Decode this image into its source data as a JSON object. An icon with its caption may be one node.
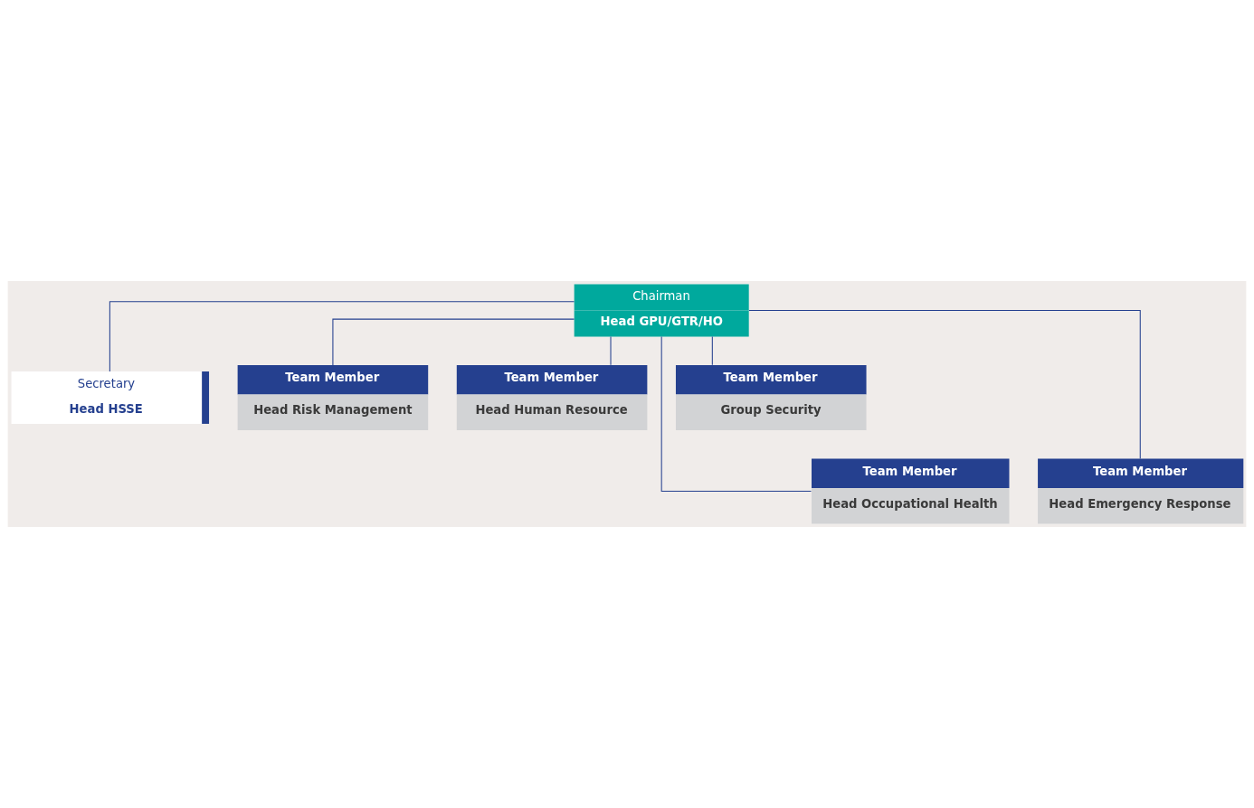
{
  "diagram": {
    "nodes": [
      {
        "text": [
          "Chairman",
          "Head GPU/GTR/HO"
        ]
      },
      {
        "text": [
          "Secretary",
          "Head HSSE"
        ]
      },
      {
        "text": [
          "Team Member",
          "Head Risk Management"
        ]
      },
      {
        "text": [
          "Team Member",
          "Head Human Resource"
        ]
      },
      {
        "text": [
          "Team Member",
          "Group Security"
        ]
      },
      {
        "text": [
          "Team Member",
          "Head Occupational Health"
        ]
      },
      {
        "text": [
          "Team Member",
          "Head Emergency Response"
        ]
      }
    ],
    "edges": [
      {
        "from": 0,
        "to": 1,
        "arrow": "none"
      },
      {
        "from": 0,
        "to": 2,
        "arrow": "none"
      },
      {
        "from": 0,
        "to": 3,
        "arrow": "none"
      },
      {
        "from": 0,
        "to": 4,
        "arrow": "none"
      },
      {
        "from": 0,
        "to": 5,
        "arrow": "none"
      },
      {
        "from": 0,
        "to": 6,
        "arrow": "none"
      }
    ]
  }
}
